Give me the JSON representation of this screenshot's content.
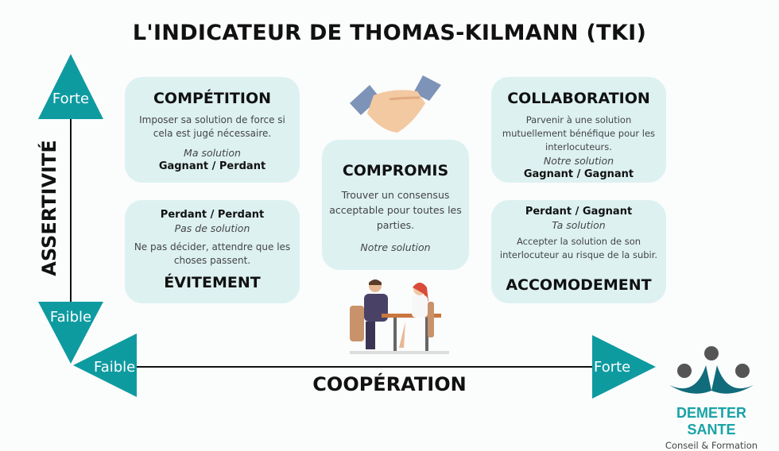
{
  "title": "L'INDICATEUR DE THOMAS-KILMANN (TKI)",
  "axes": {
    "vertical": {
      "label": "ASSERTIVITÉ",
      "high": "Forte",
      "low": "Faible"
    },
    "horizontal": {
      "label": "COOPÉRATION",
      "high": "Forte",
      "low": "Faible"
    },
    "color": "#0e9ba0"
  },
  "styles": {
    "competition": {
      "name": "COMPÉTITION",
      "description": "Imposer sa solution de force si cela est jugé nécessaire.",
      "solution": "Ma solution",
      "outcome": "Gagnant / Perdant"
    },
    "collaboration": {
      "name": "COLLABORATION",
      "description": "Parvenir à une solution mutuellement bénéfique pour les interlocuteurs.",
      "solution": "Notre solution",
      "outcome": "Gagnant / Gagnant"
    },
    "compromis": {
      "name": "COMPROMIS",
      "description": "Trouver un consensus acceptable pour toutes les parties.",
      "solution": "Notre solution"
    },
    "evitement": {
      "name": "ÉVITEMENT",
      "description": "Ne pas décider, attendre que les choses passent.",
      "solution": "Pas de solution",
      "outcome": "Perdant / Perdant"
    },
    "accomodement": {
      "name": "ACCOMODEMENT",
      "description": "Accepter la solution de son interlocuteur au risque de la subir.",
      "solution": "Ta solution",
      "outcome": "Perdant / Gagnant"
    }
  },
  "logo": {
    "name": "DEMETER SANTE",
    "tagline": "Conseil & Formation"
  }
}
